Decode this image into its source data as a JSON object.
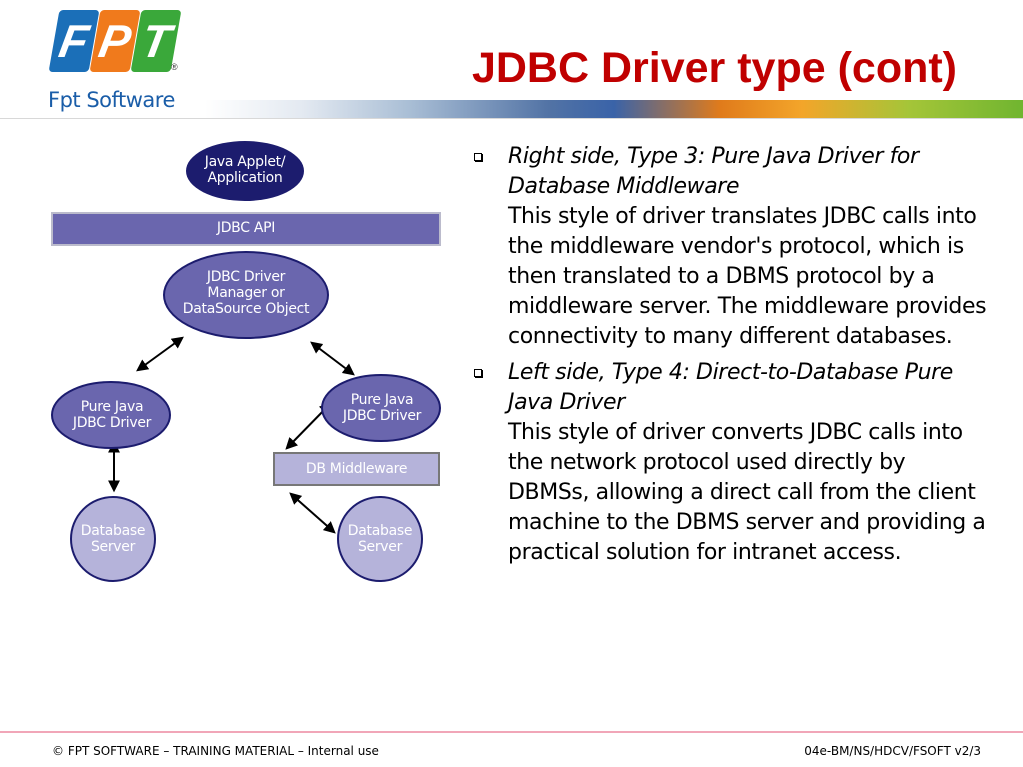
{
  "header": {
    "logo_letters": [
      "F",
      "P",
      "T"
    ],
    "logo_registered": "®",
    "logo_text": "Fpt Software",
    "title": "JDBC Driver type (cont)"
  },
  "diagram": {
    "java_app": "Java Applet/\nApplication",
    "jdbc_api": "JDBC API",
    "driver_manager": "JDBC Driver\nManager or\nDataSource Object",
    "pure_java_left": "Pure Java\nJDBC Driver",
    "pure_java_right": "Pure Java\nJDBC Driver",
    "db_middleware": "DB Middleware",
    "db_server_left": "Database\nServer",
    "db_server_right": "Database\nServer"
  },
  "bullets": [
    {
      "heading": "Right side, Type 3: Pure Java Driver for Database Middleware",
      "text": "This style of driver translates JDBC calls into the middleware vendor's protocol, which is then translated to a DBMS protocol by a middleware server. The middleware provides connectivity to many different databases."
    },
    {
      "heading": "Left side, Type 4: Direct-to-Database Pure Java Driver",
      "text": "This style of driver converts JDBC calls into the network protocol used directly by DBMSs, allowing a direct call from the client machine to the DBMS server and providing a practical solution for intranet access."
    }
  ],
  "footer": {
    "left": "© FPT SOFTWARE – TRAINING MATERIAL – Internal use",
    "right": "04e-BM/NS/HDCV/FSOFT v2/3"
  },
  "colors": {
    "title": "#c00000",
    "dark_node": "#1c1c6e",
    "mid_node": "#6a66ae",
    "light_node": "#b5b3da",
    "footer_rule": "#f1a6b8"
  }
}
